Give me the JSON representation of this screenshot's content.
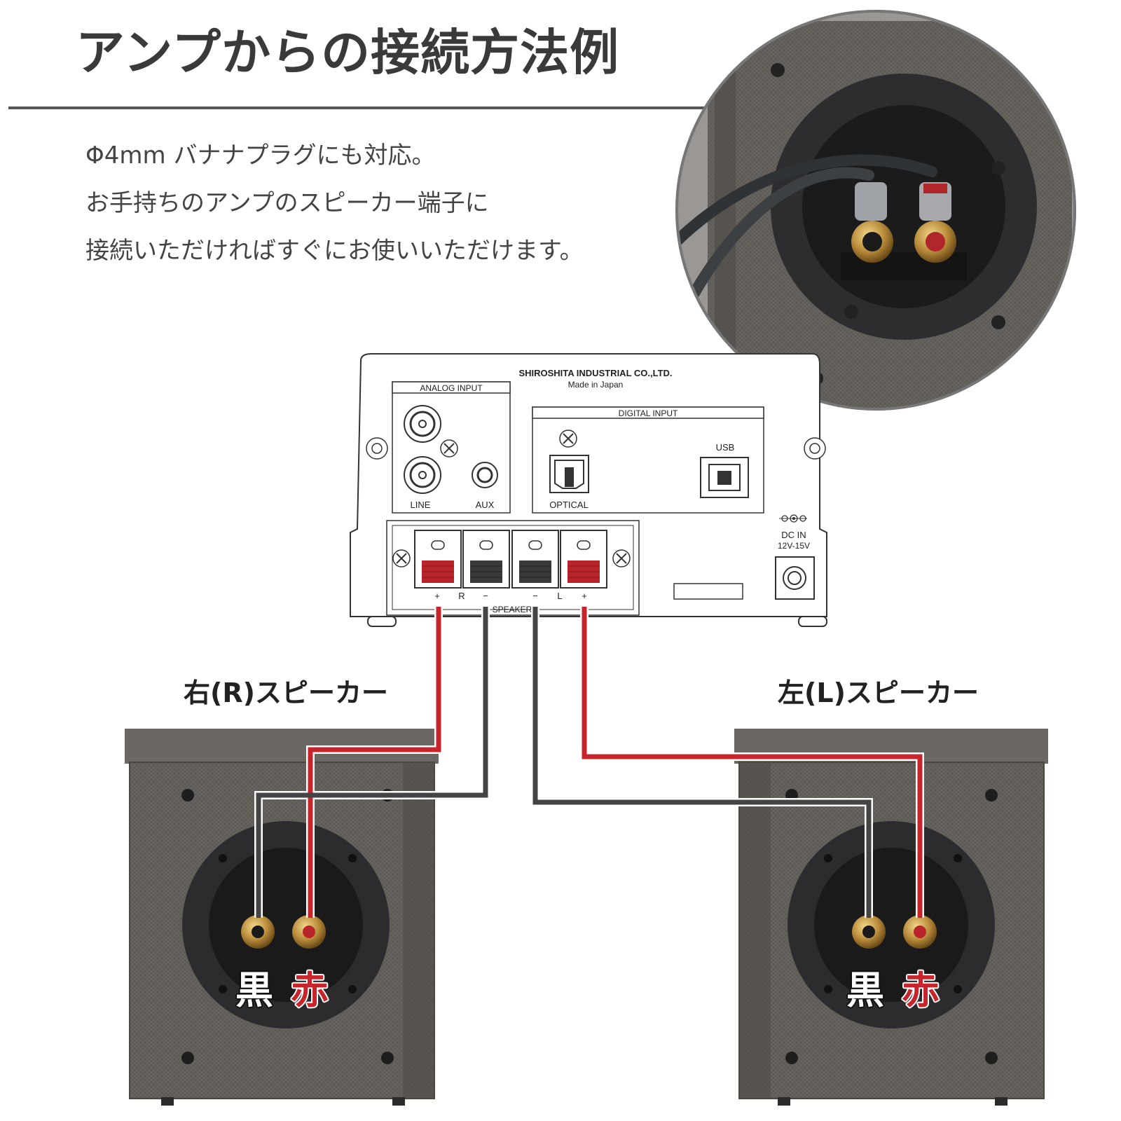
{
  "title": "アンプからの接続方法例",
  "description": [
    "Φ4mm バナナプラグにも対応。",
    "お手持ちのアンプのスピーカー端子に",
    "接続いただければすぐにお使いいただけます。"
  ],
  "amp": {
    "maker": "SHIROSHITA INDUSTRIAL CO.,LTD.",
    "made_in": "Made in Japan",
    "analog_input": "ANALOG INPUT",
    "line": "LINE",
    "aux": "AUX",
    "digital_input": "DIGITAL INPUT",
    "optical": "OPTICAL",
    "usb": "USB",
    "dc_in": "DC IN",
    "dc_voltage": "12V-15V",
    "speaker": "SPEAKER",
    "terminal_marks": [
      "+",
      "R",
      "−",
      "−",
      "L",
      "+"
    ]
  },
  "speakers": {
    "right_label": "右(R)スピーカー",
    "left_label": "左(L)スピーカー",
    "black": "黒",
    "red": "赤"
  },
  "colors": {
    "red_wire": "#c8242b",
    "black_wire": "#444444",
    "cabinet": "#5e5a55"
  }
}
